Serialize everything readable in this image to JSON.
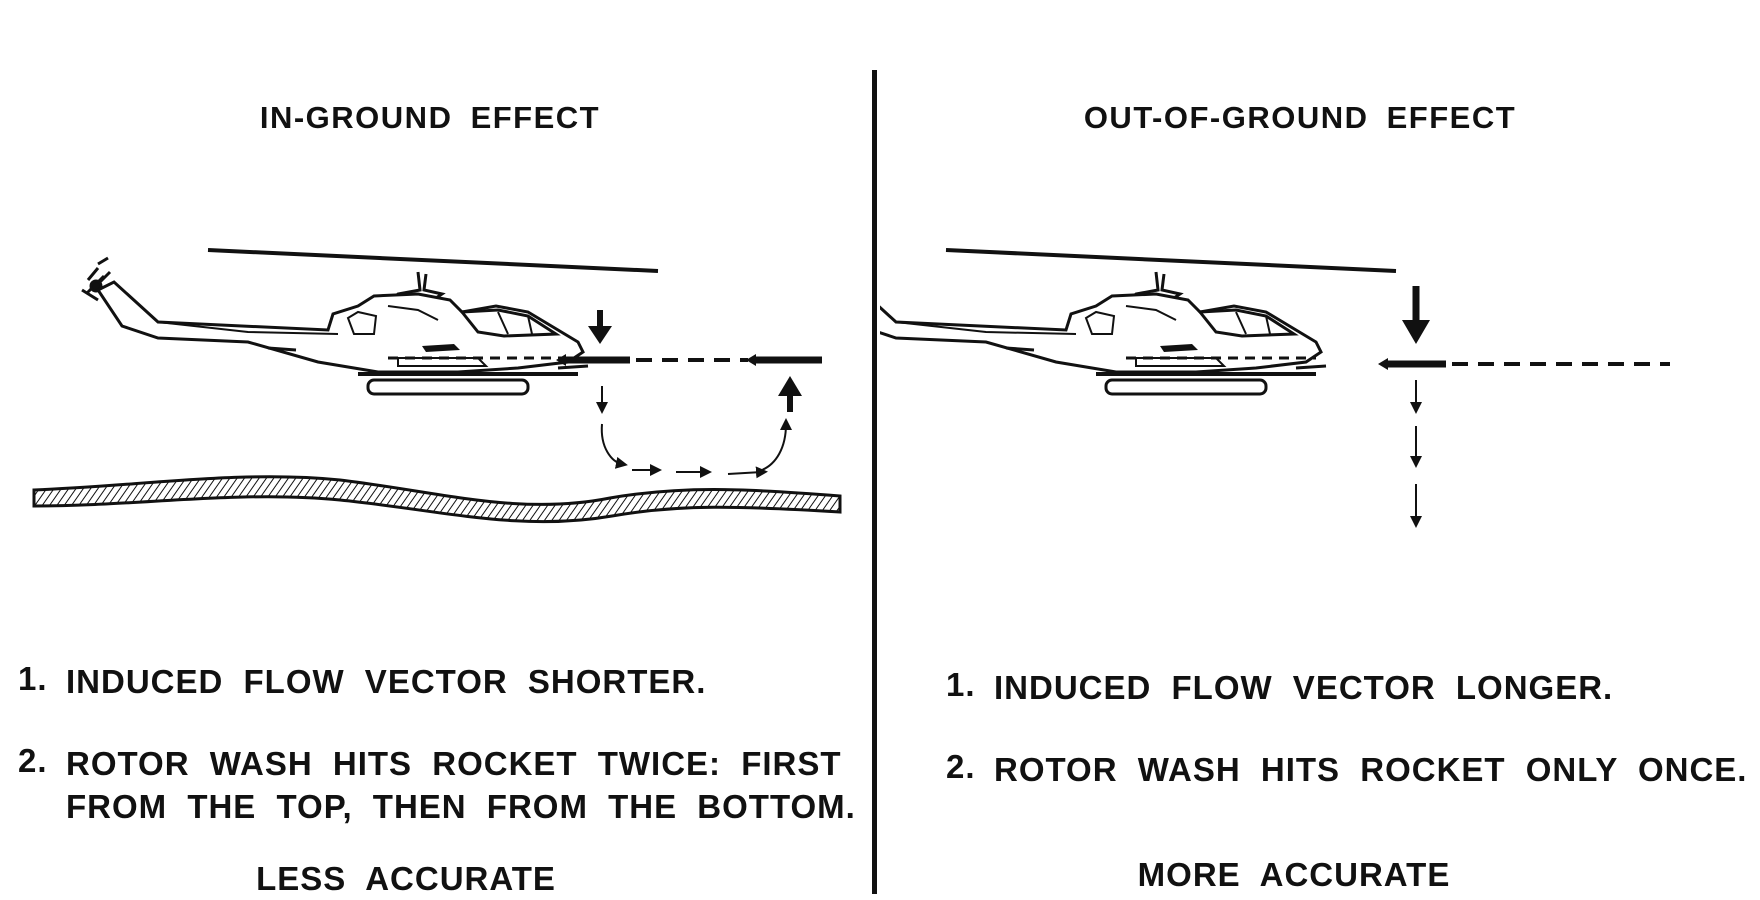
{
  "left": {
    "title": "IN-GROUND EFFECT",
    "points": [
      {
        "num": "1.",
        "text": "INDUCED FLOW VECTOR SHORTER."
      },
      {
        "num": "2.",
        "text": "ROTOR WASH HITS ROCKET TWICE: FIRST\nFROM THE TOP, THEN FROM THE BOTTOM."
      }
    ],
    "verdict": "LESS ACCURATE"
  },
  "right": {
    "title": "OUT-OF-GROUND EFFECT",
    "points": [
      {
        "num": "1.",
        "text": "INDUCED FLOW VECTOR LONGER."
      },
      {
        "num": "2.",
        "text": "ROTOR WASH HITS ROCKET ONLY ONCE."
      }
    ],
    "verdict": "MORE ACCURATE"
  },
  "icons": [
    "helicopter-icon",
    "rocket-icon",
    "ground-terrain",
    "rotor-wash-arrow-icon"
  ]
}
